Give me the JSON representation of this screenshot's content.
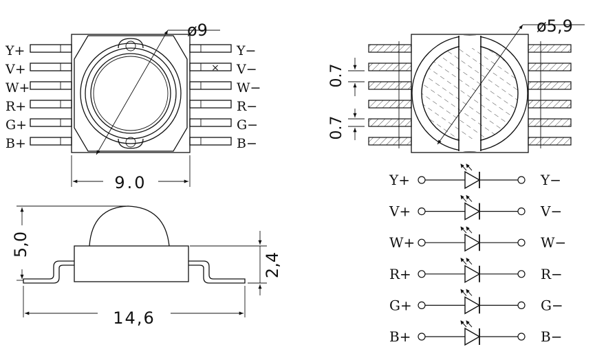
{
  "top_view": {
    "diameter_label": "ø9",
    "width_label": "9.0",
    "left_pins": [
      "Y+",
      "V+",
      "W+",
      "R+",
      "G+",
      "B+"
    ],
    "right_pins": [
      "Y−",
      "V−",
      "W−",
      "R−",
      "G−",
      "B−"
    ],
    "nc_mark": "×"
  },
  "bottom_view": {
    "diameter_label": "ø5,9",
    "pitch_label_1": "0.7",
    "pitch_label_2": "0.7"
  },
  "side_view": {
    "height_label": "5,0",
    "body_height_label": "2,4",
    "length_label": "14,6"
  },
  "schematic": {
    "channels": [
      {
        "pos": "Y+",
        "neg": "Y−"
      },
      {
        "pos": "V+",
        "neg": "V−"
      },
      {
        "pos": "W+",
        "neg": "W−"
      },
      {
        "pos": "R+",
        "neg": "R−"
      },
      {
        "pos": "G+",
        "neg": "G−"
      },
      {
        "pos": "B+",
        "neg": "B−"
      }
    ]
  }
}
